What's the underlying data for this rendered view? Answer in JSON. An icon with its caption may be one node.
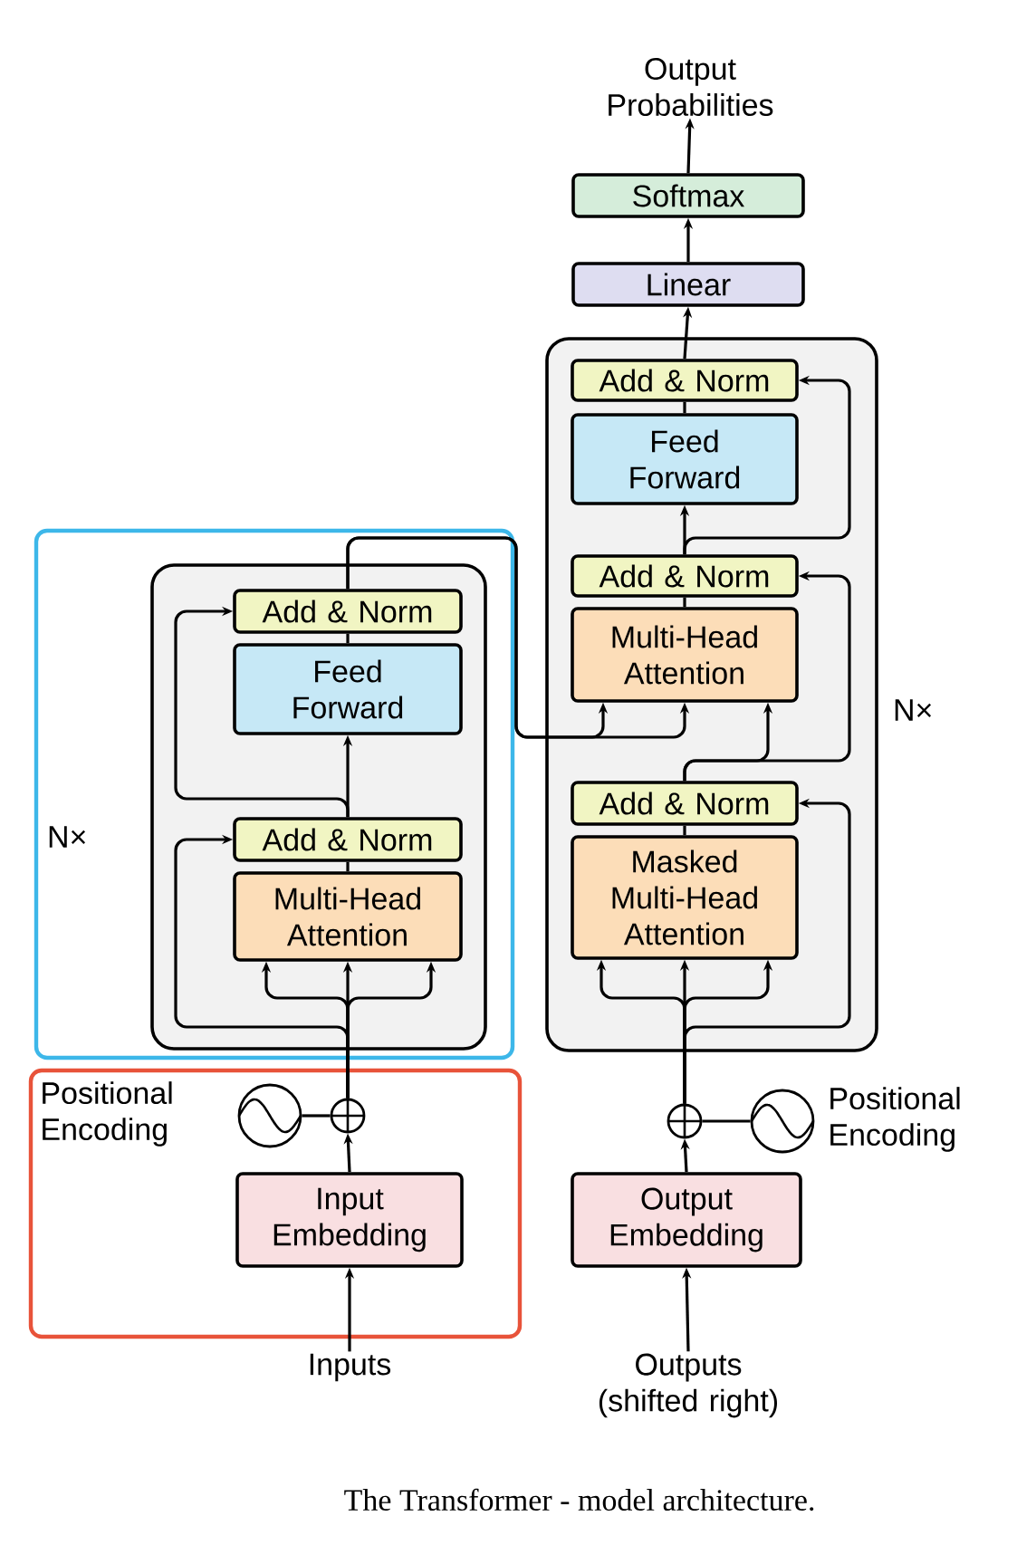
{
  "diagram": {
    "caption": "The Transformer - model architecture.",
    "nodes": [
      {
        "text": [
          "Output Probabilities"
        ]
      },
      {
        "text": [
          "Softmax"
        ]
      },
      {
        "text": [
          "Linear"
        ]
      },
      {
        "text": [],
        "shape": "box",
        "beside": [
          "N×"
        ]
      },
      {
        "text": [
          "Add & Norm"
        ],
        "in": 3
      },
      {
        "text": [
          "Feed Forward"
        ],
        "in": 3
      },
      {
        "text": [
          "Add & Norm"
        ],
        "in": 3
      },
      {
        "text": [
          "Multi-Head Attention"
        ],
        "in": 3
      },
      {
        "text": [],
        "shape": "box"
      },
      {
        "text": [],
        "shape": "box",
        "in": 8,
        "beside": [
          "N×"
        ]
      },
      {
        "text": [
          "Add & Norm"
        ],
        "in": 9
      },
      {
        "text": [
          "Feed Forward"
        ],
        "in": 9
      },
      {
        "text": [
          "Add & Norm"
        ],
        "in": 9
      },
      {
        "text": [
          "Multi-Head Attention"
        ],
        "in": 9
      },
      {
        "text": [
          "Add & Norm"
        ],
        "in": 3
      },
      {
        "text": [
          "Masked Multi-Head Attention"
        ],
        "in": 3
      },
      {
        "text": [],
        "shape": "box"
      },
      {
        "text": [],
        "shape": "circle",
        "in": 16,
        "beside": [
          "Positional Encoding"
        ]
      },
      {
        "text": [],
        "shape": "circle",
        "in": 16
      },
      {
        "text": [
          "Input Embedding"
        ],
        "in": 16
      },
      {
        "text": [],
        "shape": "circle"
      },
      {
        "text": [],
        "shape": "circle",
        "beside": [
          "Positional Encoding"
        ]
      },
      {
        "text": [
          "Output Embedding"
        ]
      },
      {
        "text": [
          "Inputs"
        ]
      },
      {
        "text": [
          "Outputs (shifted right)"
        ]
      }
    ],
    "edges": [
      {
        "from": 23,
        "to": 19,
        "arrow": "to"
      },
      {
        "from": 19,
        "to": 18,
        "arrow": "to"
      },
      {
        "from": 17,
        "to": 18,
        "arrow": "none"
      },
      {
        "from": 18,
        "to": 13,
        "arrow": "to"
      },
      {
        "from": 18,
        "to": 13,
        "arrow": "to"
      },
      {
        "from": 18,
        "to": 13,
        "arrow": "to"
      },
      {
        "from": 18,
        "to": 12,
        "arrow": "to"
      },
      {
        "from": 13,
        "to": 12,
        "arrow": "none"
      },
      {
        "from": 12,
        "to": 11,
        "arrow": "to"
      },
      {
        "from": 12,
        "to": 10,
        "arrow": "to"
      },
      {
        "from": 11,
        "to": 10,
        "arrow": "none"
      },
      {
        "from": 10,
        "to": 7,
        "arrow": "to"
      },
      {
        "from": 10,
        "to": 7,
        "arrow": "to"
      },
      {
        "from": 24,
        "to": 22,
        "arrow": "to"
      },
      {
        "from": 22,
        "to": 20,
        "arrow": "to"
      },
      {
        "from": 21,
        "to": 20,
        "arrow": "none"
      },
      {
        "from": 20,
        "to": 15,
        "arrow": "to"
      },
      {
        "from": 20,
        "to": 15,
        "arrow": "to"
      },
      {
        "from": 20,
        "to": 15,
        "arrow": "to"
      },
      {
        "from": 20,
        "to": 14,
        "arrow": "to"
      },
      {
        "from": 15,
        "to": 14,
        "arrow": "none"
      },
      {
        "from": 14,
        "to": 7,
        "arrow": "to"
      },
      {
        "from": 14,
        "to": 6,
        "arrow": "to"
      },
      {
        "from": 7,
        "to": 6,
        "arrow": "none"
      },
      {
        "from": 6,
        "to": 5,
        "arrow": "to"
      },
      {
        "from": 6,
        "to": 4,
        "arrow": "to"
      },
      {
        "from": 5,
        "to": 4,
        "arrow": "none"
      },
      {
        "from": 4,
        "to": 2,
        "arrow": "to"
      },
      {
        "from": 2,
        "to": 1,
        "arrow": "to"
      },
      {
        "from": 1,
        "to": 0,
        "arrow": "to"
      }
    ]
  }
}
